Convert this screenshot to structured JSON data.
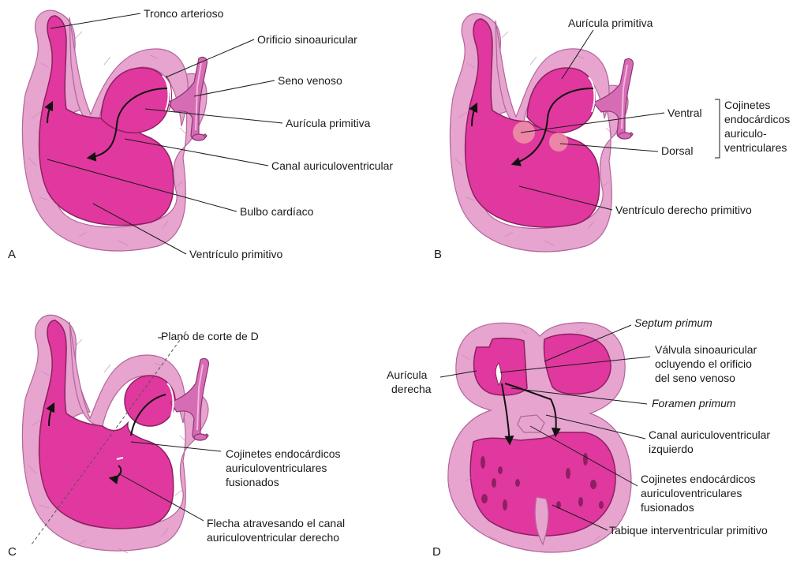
{
  "panels": {
    "A": {
      "letter": "A",
      "labels": {
        "tronco": "Tronco arterioso",
        "orificio": "Orificio sinoauricular",
        "seno": "Seno venoso",
        "auricula": "Aurícula primitiva",
        "canal": "Canal auriculoventricular",
        "bulbo": "Bulbo cardíaco",
        "ventriculo": "Ventrículo primitivo"
      }
    },
    "B": {
      "letter": "B",
      "labels": {
        "auricula": "Aurícula primitiva",
        "ventral": "Ventral",
        "dorsal": "Dorsal",
        "cojinetes_1": "Cojinetes",
        "cojinetes_2": "endocárdicos",
        "cojinetes_3": "auriculo-",
        "cojinetes_4": "ventriculares",
        "ventriculo": "Ventrículo derecho primitivo"
      }
    },
    "C": {
      "letter": "C",
      "labels": {
        "plano": "Plano de corte de D",
        "cojinetes_1": "Cojinetes endocárdicos",
        "cojinetes_2": "auriculoventriculares",
        "cojinetes_3": "fusionados",
        "flecha_1": "Flecha atravesando el canal",
        "flecha_2": "auriculoventricular derecho"
      }
    },
    "D": {
      "letter": "D",
      "labels": {
        "septum": "Septum primum",
        "valvula_1": "Válvula sinoauricular",
        "valvula_2": "ocluyendo el orificio",
        "valvula_3": "del seno venoso",
        "auricula_1": "Aurícula",
        "auricula_2": "derecha",
        "foramen": "Foramen primum",
        "canal_1": "Canal auriculoventricular",
        "canal_2": "izquierdo",
        "cojinetes_1": "Cojinetes endocárdicos",
        "cojinetes_2": "auriculoventriculares",
        "cojinetes_3": "fusionados",
        "tabique": "Tabique interventricular primitivo"
      }
    }
  },
  "colors": {
    "outer_wall": "#e6a4cf",
    "lumen": "#e0389e",
    "lumen_outline": "#8e1f63",
    "sinus_venosus": "#d66db4",
    "cushion": "#f0a0a8",
    "arrow": "#111111"
  }
}
